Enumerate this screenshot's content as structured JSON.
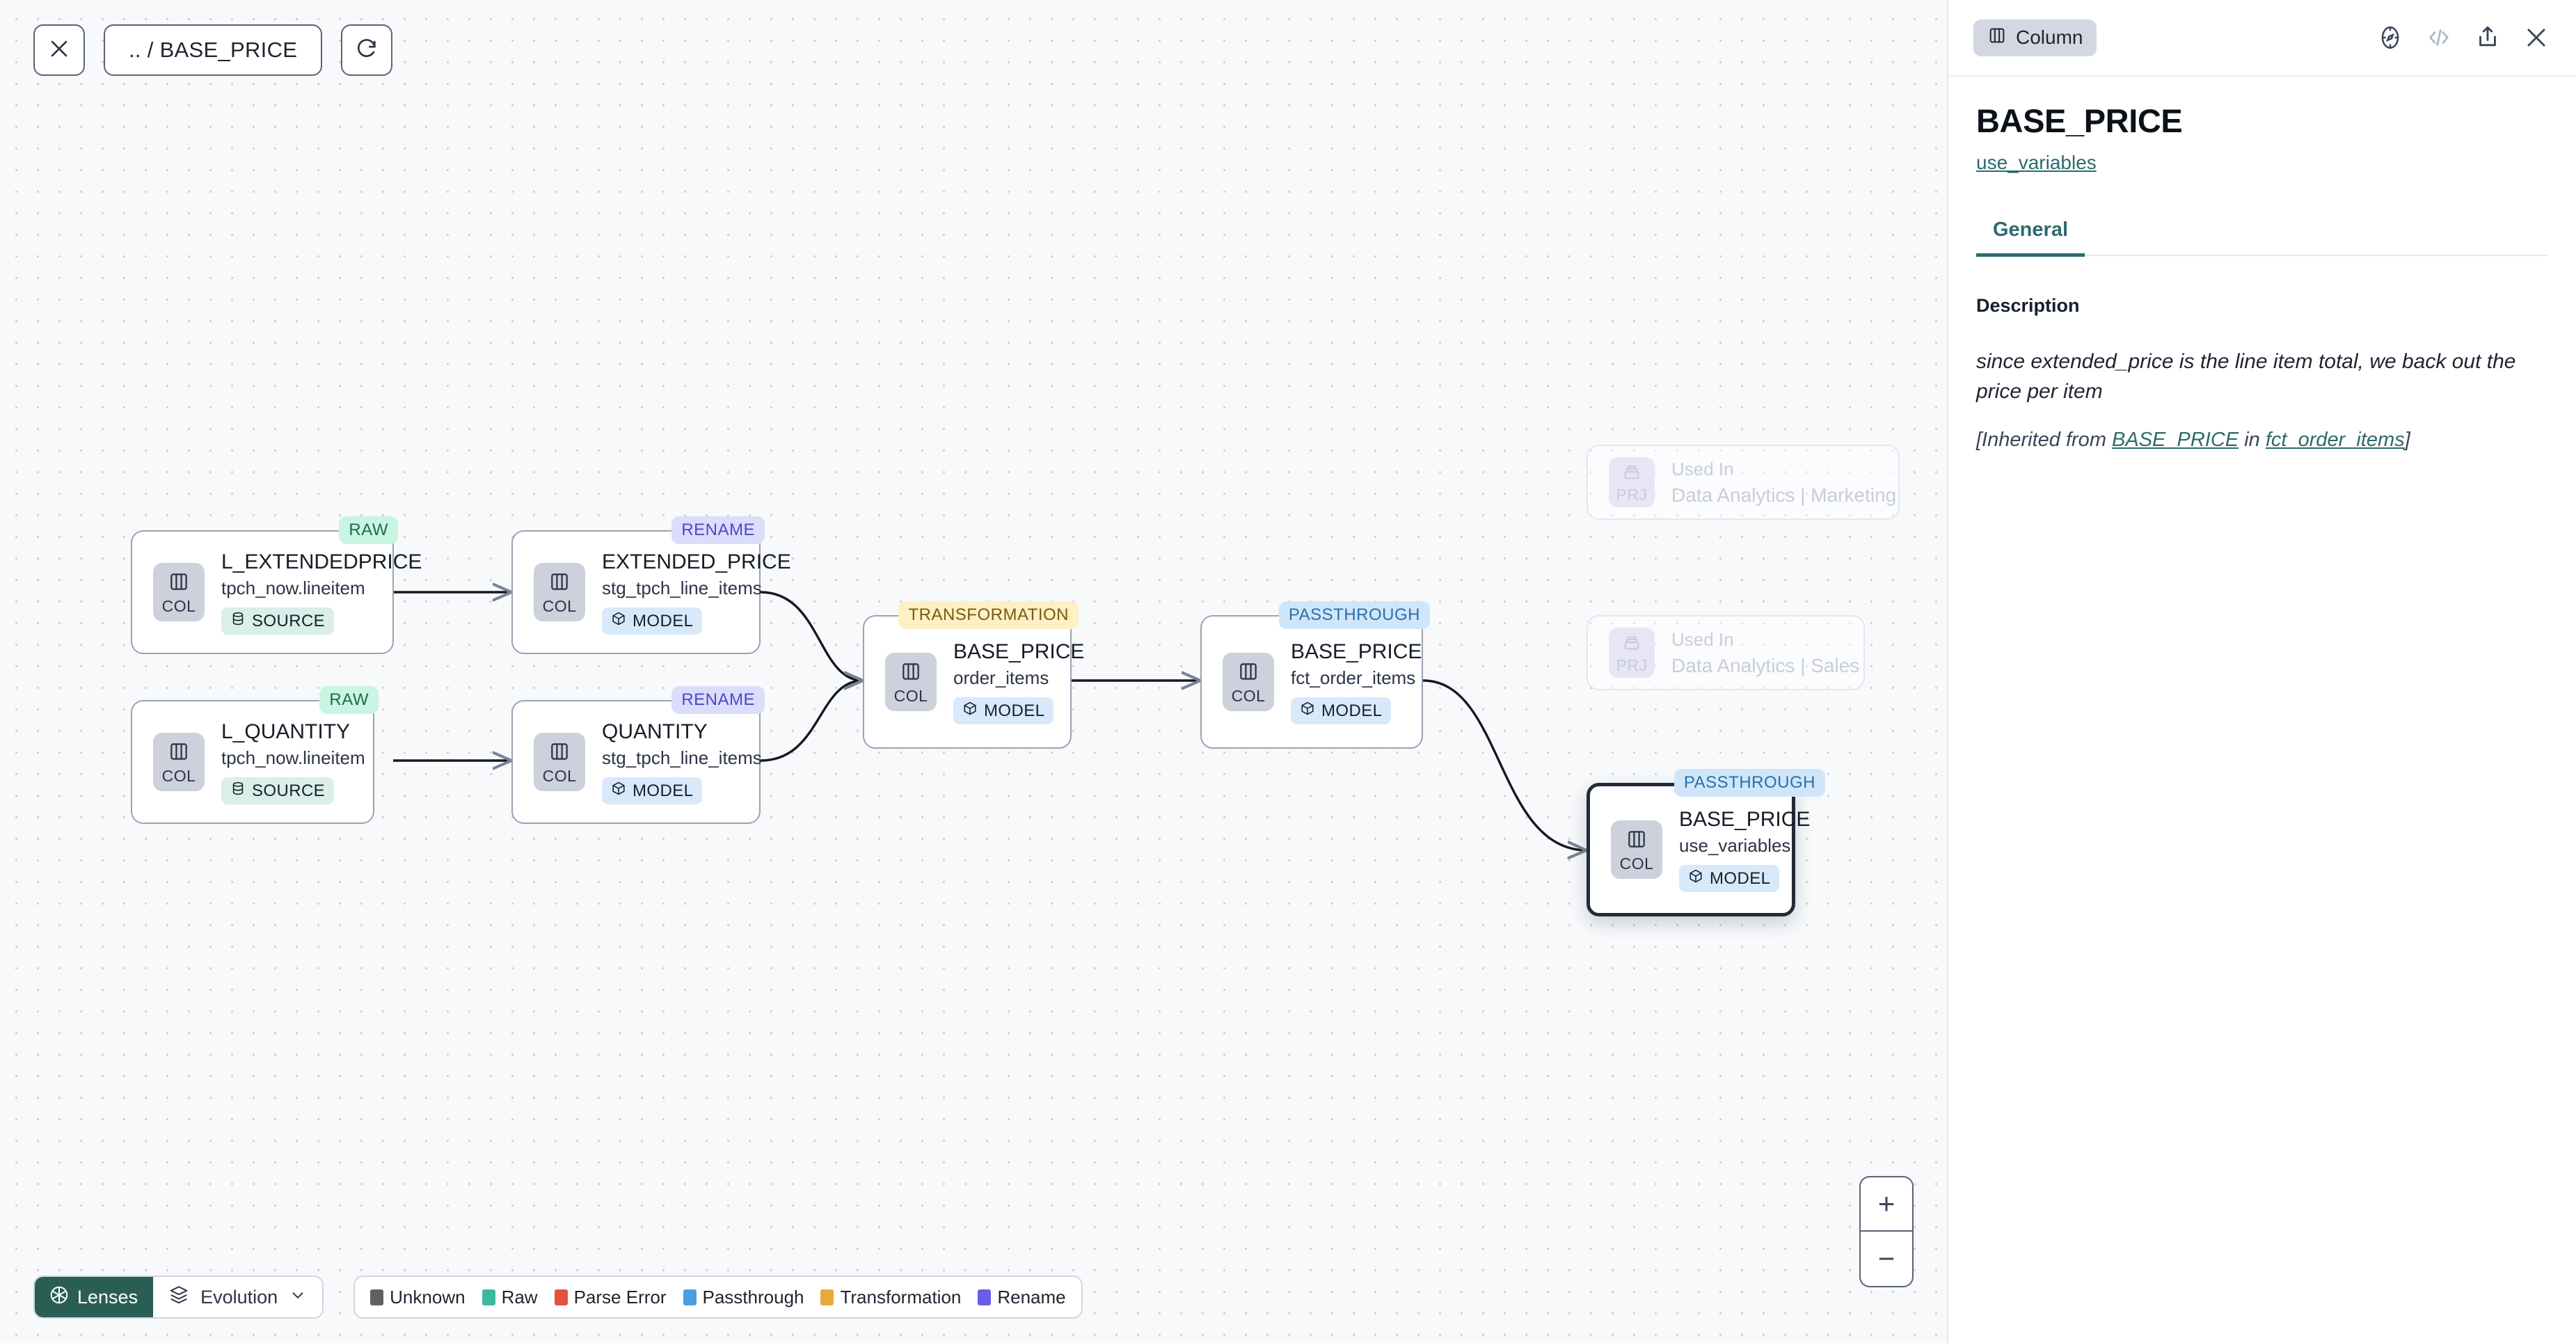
{
  "toolbar": {
    "close_icon": "close-icon",
    "breadcrumb": ".. / BASE_PRICE",
    "refresh_icon": "refresh-icon"
  },
  "zoom_controls": {
    "zoom_in": "+",
    "zoom_out": "−"
  },
  "bottom_bar": {
    "lenses_label": "Lenses",
    "evolution_label": "Evolution",
    "legend": [
      {
        "label": "Unknown",
        "color": "#616161"
      },
      {
        "label": "Raw",
        "color": "#3fb8a2"
      },
      {
        "label": "Parse Error",
        "color": "#e15241"
      },
      {
        "label": "Passthrough",
        "color": "#4a9ee0"
      },
      {
        "label": "Transformation",
        "color": "#e8a93a"
      },
      {
        "label": "Rename",
        "color": "#6b5ce7"
      }
    ]
  },
  "graph": {
    "nodes": [
      {
        "id": "n1",
        "badge": "COL",
        "title": "L_EXTENDEDPRICE",
        "subtitle": "tpch_now.lineitem",
        "type_badge": "SOURCE",
        "tag": "RAW",
        "tag_kind": "raw"
      },
      {
        "id": "n2",
        "badge": "COL",
        "title": "L_QUANTITY",
        "subtitle": "tpch_now.lineitem",
        "type_badge": "SOURCE",
        "tag": "RAW",
        "tag_kind": "raw"
      },
      {
        "id": "n3",
        "badge": "COL",
        "title": "EXTENDED_PRICE",
        "subtitle": "stg_tpch_line_items",
        "type_badge": "MODEL",
        "tag": "RENAME",
        "tag_kind": "rename"
      },
      {
        "id": "n4",
        "badge": "COL",
        "title": "QUANTITY",
        "subtitle": "stg_tpch_line_items",
        "type_badge": "MODEL",
        "tag": "RENAME",
        "tag_kind": "rename"
      },
      {
        "id": "n5",
        "badge": "COL",
        "title": "BASE_PRICE",
        "subtitle": "order_items",
        "type_badge": "MODEL",
        "tag": "TRANSFORMATION",
        "tag_kind": "transformation"
      },
      {
        "id": "n6",
        "badge": "COL",
        "title": "BASE_PRICE",
        "subtitle": "fct_order_items",
        "type_badge": "MODEL",
        "tag": "PASSTHROUGH",
        "tag_kind": "passthrough"
      },
      {
        "id": "n7",
        "badge": "COL",
        "title": "BASE_PRICE",
        "subtitle": "use_variables",
        "type_badge": "MODEL",
        "tag": "PASSTHROUGH",
        "tag_kind": "passthrough"
      }
    ],
    "used_in_nodes": [
      {
        "id": "g1",
        "badge": "PRJ",
        "title": "Used In",
        "subtitle": "Data Analytics | Marketing"
      },
      {
        "id": "g2",
        "badge": "PRJ",
        "title": "Used In",
        "subtitle": "Data Analytics | Sales"
      }
    ]
  },
  "panel": {
    "kind_pill": "Column",
    "icons": [
      "compass-icon",
      "code-icon",
      "share-icon",
      "close-icon"
    ],
    "title": "BASE_PRICE",
    "model_link": "use_variables",
    "tabs": [
      {
        "label": "General",
        "active": true
      }
    ],
    "description_label": "Description",
    "description": "since extended_price is the line item total, we back out the price per item",
    "inherited_prefix": "[Inherited from ",
    "inherited_column": "BASE_PRICE",
    "inherited_middle": " in ",
    "inherited_model": "fct_order_items",
    "inherited_suffix": "]"
  }
}
